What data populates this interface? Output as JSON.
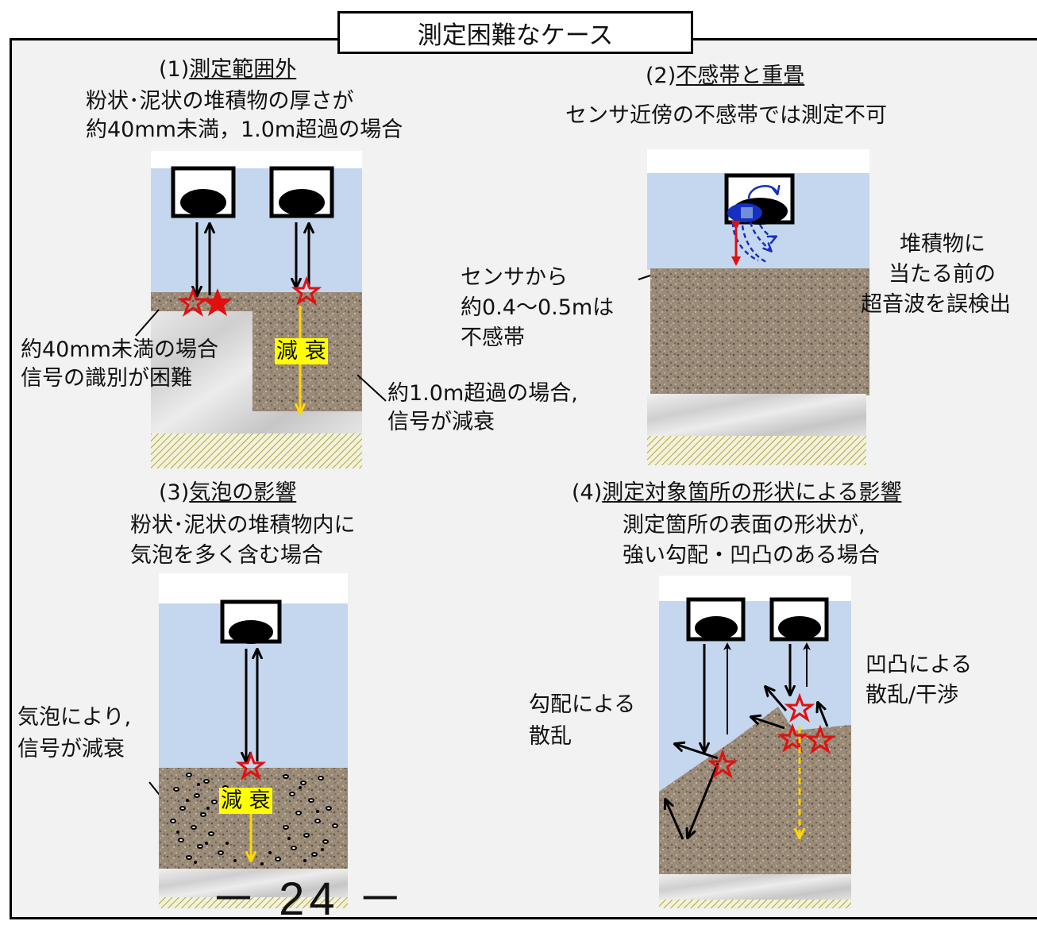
{
  "title": "測定困難なケース",
  "case1": {
    "heading_num": "(1)",
    "heading": "測定範囲外",
    "desc_line1": "粉状･泥状の堆積物の厚さが",
    "desc_line2": "約40mm未満，1.0m超過の場合",
    "note_left_line1": "約40mm未満の場合",
    "note_left_line2": "信号の識別が困難",
    "attenuation_1": "減",
    "attenuation_2": "衰",
    "note_right_line1": "約1.0m超過の場合,",
    "note_right_line2": "信号が減衰"
  },
  "case2": {
    "heading_num": "(2)",
    "heading": "不感帯と重畳",
    "desc": "センサ近傍の不感帯では測定不可",
    "note_left_line1": "センサから",
    "note_left_line2": "約0.4～0.5mは",
    "note_left_line3": "不感帯",
    "note_right_line1": "堆積物に",
    "note_right_line2": "当たる前の",
    "note_right_line3": "超音波を誤検出"
  },
  "case3": {
    "heading_num": "(3)",
    "heading": "気泡の影響",
    "desc_line1": "粉状･泥状の堆積物内に",
    "desc_line2": "気泡を多く含む場合",
    "note_line1": "気泡により,",
    "note_line2": "信号が減衰",
    "attenuation_1": "減",
    "attenuation_2": "衰"
  },
  "case4": {
    "heading_num": "(4)",
    "heading": "測定対象箇所の形状による影響",
    "desc_line1": "測定箇所の表面の形状が,",
    "desc_line2": "強い勾配・凹凸のある場合",
    "note_left_line1": "勾配による",
    "note_left_line2": "散乱",
    "note_right_line1": "凹凸による",
    "note_right_line2": "散乱/干渉"
  },
  "page_number": "－ 24 －",
  "colors": {
    "water": "#c5d7ee",
    "sediment": "#9a8a78",
    "bedrock": "#dcdcdc",
    "hatch": "#c8c47a",
    "star": "#e01010",
    "yellow": "#ffff00",
    "deadzone_arrow": "#1530c0",
    "deadzone_range": "#e01010"
  }
}
